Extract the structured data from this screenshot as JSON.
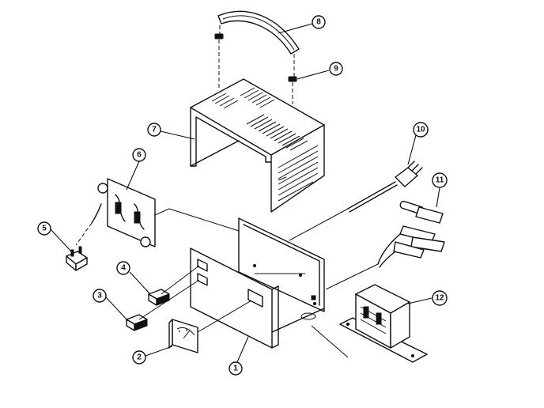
{
  "callouts": {
    "c1": "1",
    "c2": "2",
    "c3": "3",
    "c4": "4",
    "c5": "5",
    "c6": "6",
    "c7": "7",
    "c8": "8",
    "c9": "9",
    "c10": "10",
    "c11": "11",
    "c12": "12"
  },
  "icons": {
    "cover": "housing-cover-icon",
    "handle": "carry-handle-icon",
    "base": "chassis-base-icon",
    "meter": "ammeter-icon",
    "transformer": "transformer-icon",
    "clamps": "battery-clamp-icon",
    "plug": "power-plug-icon"
  }
}
